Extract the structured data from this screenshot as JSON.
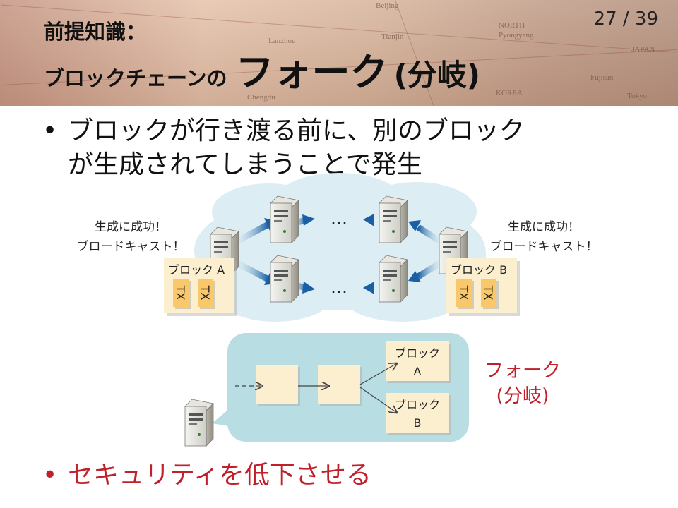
{
  "header": {
    "title_line1": "前提知識：",
    "title_line2_prefix": "ブロックチェーンの",
    "title_line2_main": "フォーク",
    "title_line2_paren": "(分岐)",
    "page_number": "27 / 39"
  },
  "background_map_words": [
    "Beijing",
    "Tianjin",
    "NORTH",
    "Pyongyang",
    "Lanzhou",
    "JAPAN",
    "Fujisan",
    "Tokyo",
    "KOREA",
    "Chengdu"
  ],
  "bullets": [
    {
      "line1": "ブロックが行き渡る前に、別のブロック",
      "line2": "が生成されてしまうことで発生"
    },
    {
      "line1": "セキュリティを低下させる"
    }
  ],
  "network": {
    "left_annotation": {
      "line1": "生成に成功！",
      "line2": "ブロードキャスト！"
    },
    "right_annotation": {
      "line1": "生成に成功！",
      "line2": "ブロードキャスト！"
    },
    "block_a": {
      "label": "ブロック A",
      "tx": [
        "TX",
        "TX"
      ]
    },
    "block_b": {
      "label": "ブロック B",
      "tx": [
        "TX",
        "TX"
      ]
    },
    "ellipsis": "…"
  },
  "chain": {
    "block_a": {
      "line1": "ブロック",
      "line2": "A"
    },
    "block_b": {
      "line1": "ブロック",
      "line2": "B"
    },
    "fork_label": {
      "line1": "フォーク",
      "line2": "(分岐)"
    }
  },
  "colors": {
    "accent_red": "#c0202a",
    "cloud": "#dcedf3",
    "chain_bubble": "#b8dde2",
    "block_fill": "#fbefcf",
    "tx_fill": "#f9c86a",
    "arrow_blue": "#1a5fa3"
  }
}
